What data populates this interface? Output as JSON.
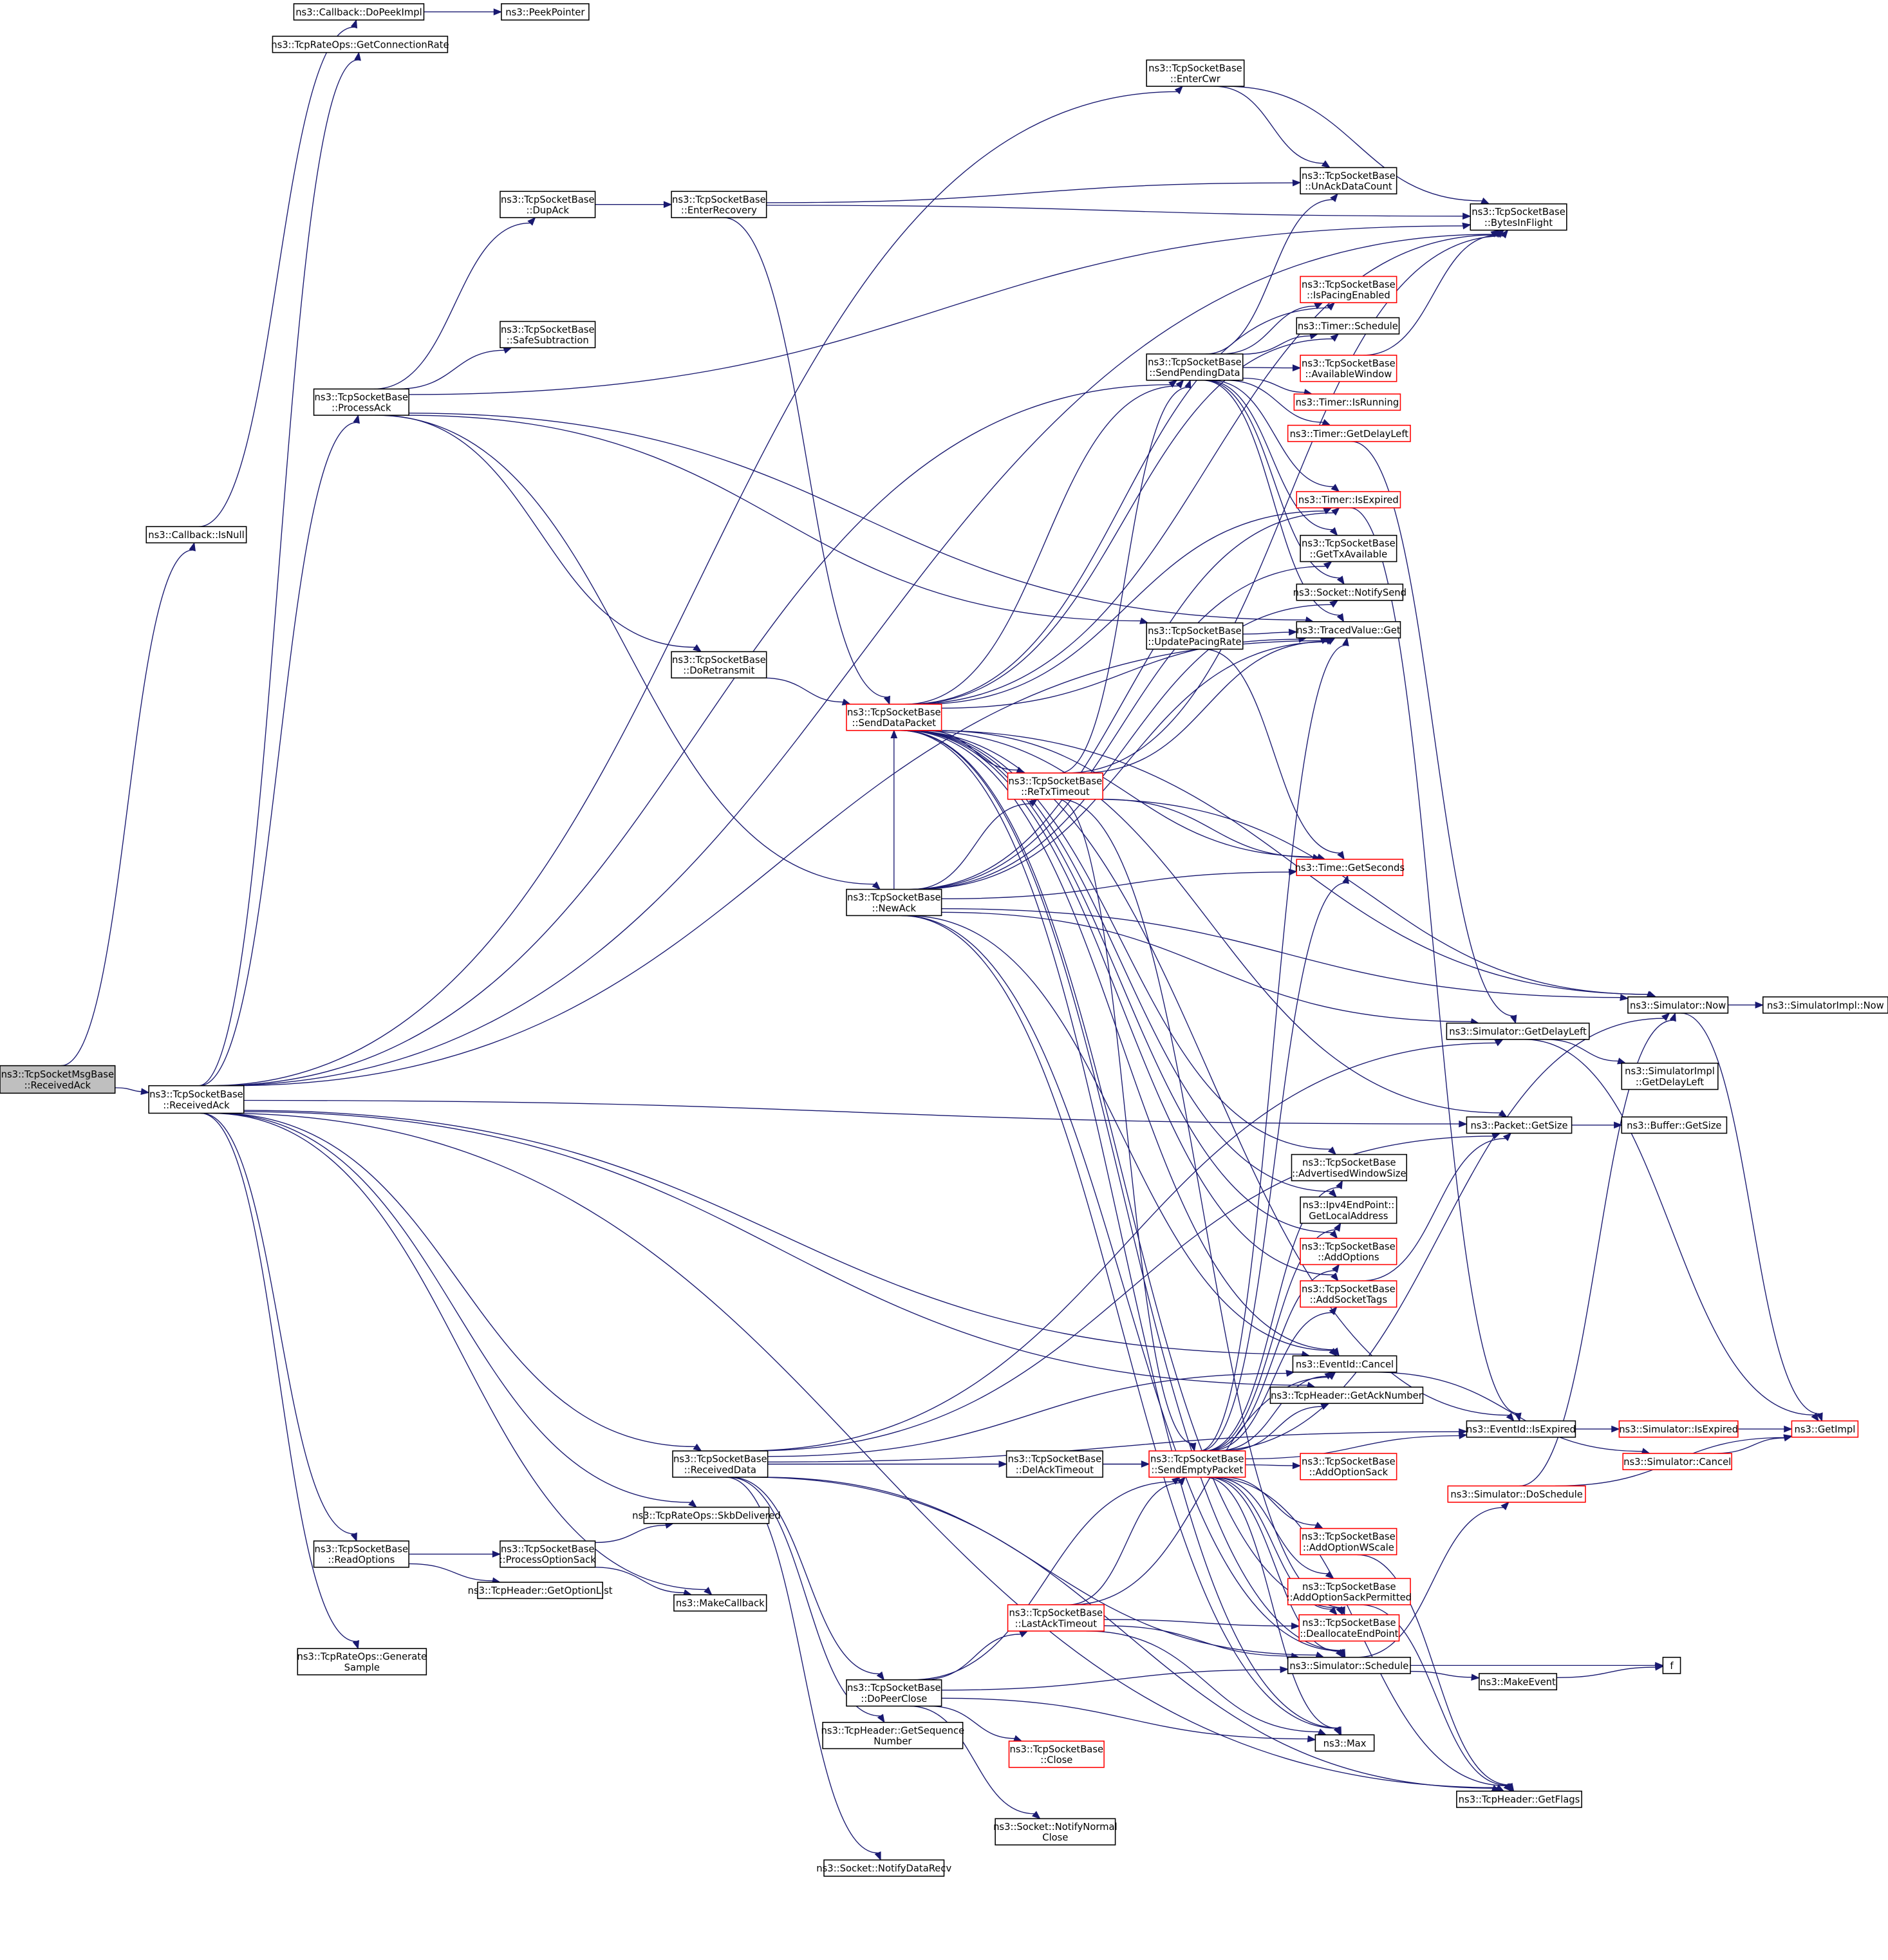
{
  "title": "ns3::TcpSocketMsgBase::ReceivedAck call graph",
  "colors": {
    "edge": "#191970",
    "node_border": "#000000",
    "node_border_truncated": "#ff0000",
    "root_fill": "#bfbfbf",
    "node_fill": "#ffffff"
  },
  "nodes": {
    "msgbase": {
      "lines": [
        "ns3::TcpSocketMsgBase",
        "::ReceivedAck"
      ],
      "style": "root"
    },
    "receivedAck": {
      "lines": [
        "ns3::TcpSocketBase",
        "::ReceivedAck"
      ],
      "style": "normal"
    },
    "isNull": {
      "lines": [
        "ns3::Callback::IsNull"
      ],
      "style": "normal"
    },
    "doPeekImpl": {
      "lines": [
        "ns3::Callback::DoPeekImpl"
      ],
      "style": "normal"
    },
    "peekPointer": {
      "lines": [
        "ns3::PeekPointer"
      ],
      "style": "normal"
    },
    "getConnRate": {
      "lines": [
        "ns3::TcpRateOps::GetConnectionRate"
      ],
      "style": "normal"
    },
    "enterCwr": {
      "lines": [
        "ns3::TcpSocketBase",
        "::EnterCwr"
      ],
      "style": "normal"
    },
    "unAckDataCount": {
      "lines": [
        "ns3::TcpSocketBase",
        "::UnAckDataCount"
      ],
      "style": "normal"
    },
    "bytesInFlight": {
      "lines": [
        "ns3::TcpSocketBase",
        "::BytesInFlight"
      ],
      "style": "normal"
    },
    "dupAck": {
      "lines": [
        "ns3::TcpSocketBase",
        "::DupAck"
      ],
      "style": "normal"
    },
    "enterRecovery": {
      "lines": [
        "ns3::TcpSocketBase",
        "::EnterRecovery"
      ],
      "style": "normal"
    },
    "safeSub": {
      "lines": [
        "ns3::TcpSocketBase",
        "::SafeSubtraction"
      ],
      "style": "normal"
    },
    "processAck": {
      "lines": [
        "ns3::TcpSocketBase",
        "::ProcessAck"
      ],
      "style": "normal"
    },
    "isPacingEnabled": {
      "lines": [
        "ns3::TcpSocketBase",
        "::IsPacingEnabled"
      ],
      "style": "red"
    },
    "timerSchedule": {
      "lines": [
        "ns3::Timer::Schedule"
      ],
      "style": "normal"
    },
    "sendPending": {
      "lines": [
        "ns3::TcpSocketBase",
        "::SendPendingData"
      ],
      "style": "normal"
    },
    "availWindow": {
      "lines": [
        "ns3::TcpSocketBase",
        "::AvailableWindow"
      ],
      "style": "red"
    },
    "timerIsRunning": {
      "lines": [
        "ns3::Timer::IsRunning"
      ],
      "style": "red"
    },
    "timerGetDelayLeft": {
      "lines": [
        "ns3::Timer::GetDelayLeft"
      ],
      "style": "red"
    },
    "timerIsExpired": {
      "lines": [
        "ns3::Timer::IsExpired"
      ],
      "style": "red"
    },
    "getTxAvail": {
      "lines": [
        "ns3::TcpSocketBase",
        "::GetTxAvailable"
      ],
      "style": "normal"
    },
    "notifySend": {
      "lines": [
        "ns3::Socket::NotifySend"
      ],
      "style": "normal"
    },
    "tracedGet": {
      "lines": [
        "ns3::TracedValue::Get"
      ],
      "style": "normal"
    },
    "updatePacing": {
      "lines": [
        "ns3::TcpSocketBase",
        "::UpdatePacingRate"
      ],
      "style": "normal"
    },
    "doRetransmit": {
      "lines": [
        "ns3::TcpSocketBase",
        "::DoRetransmit"
      ],
      "style": "normal"
    },
    "sendDataPacket": {
      "lines": [
        "ns3::TcpSocketBase",
        "::SendDataPacket"
      ],
      "style": "red"
    },
    "retx": {
      "lines": [
        "ns3::TcpSocketBase",
        "::ReTxTimeout"
      ],
      "style": "red"
    },
    "newAck": {
      "lines": [
        "ns3::TcpSocketBase",
        "::NewAck"
      ],
      "style": "normal"
    },
    "timeGetSeconds": {
      "lines": [
        "ns3::Time::GetSeconds"
      ],
      "style": "red"
    },
    "simNow": {
      "lines": [
        "ns3::Simulator::Now"
      ],
      "style": "normal"
    },
    "simImplNow": {
      "lines": [
        "ns3::SimulatorImpl::Now"
      ],
      "style": "normal"
    },
    "simGetDelayLeft": {
      "lines": [
        "ns3::Simulator::GetDelayLeft"
      ],
      "style": "normal"
    },
    "simImplGetDelayLeft": {
      "lines": [
        "ns3::SimulatorImpl",
        "::GetDelayLeft"
      ],
      "style": "normal"
    },
    "packetGetSize": {
      "lines": [
        "ns3::Packet::GetSize"
      ],
      "style": "normal"
    },
    "bufferGetSize": {
      "lines": [
        "ns3::Buffer::GetSize"
      ],
      "style": "normal"
    },
    "advWin": {
      "lines": [
        "ns3::TcpSocketBase",
        "::AdvertisedWindowSize"
      ],
      "style": "normal"
    },
    "ipv4": {
      "lines": [
        "ns3::Ipv4EndPoint::",
        "GetLocalAddress"
      ],
      "style": "normal"
    },
    "addOptions": {
      "lines": [
        "ns3::TcpSocketBase",
        "::AddOptions"
      ],
      "style": "red"
    },
    "addSocketTags": {
      "lines": [
        "ns3::TcpSocketBase",
        "::AddSocketTags"
      ],
      "style": "red"
    },
    "eventCancel": {
      "lines": [
        "ns3::EventId::Cancel"
      ],
      "style": "normal"
    },
    "getAckNum": {
      "lines": [
        "ns3::TcpHeader::GetAckNumber"
      ],
      "style": "normal"
    },
    "eventIsExpired": {
      "lines": [
        "ns3::EventId::IsExpired"
      ],
      "style": "normal"
    },
    "simIsExpired": {
      "lines": [
        "ns3::Simulator::IsExpired"
      ],
      "style": "red"
    },
    "getImpl": {
      "lines": [
        "ns3::GetImpl"
      ],
      "style": "red"
    },
    "simCancel": {
      "lines": [
        "ns3::Simulator::Cancel"
      ],
      "style": "red"
    },
    "simDoSchedule": {
      "lines": [
        "ns3::Simulator::DoSchedule"
      ],
      "style": "red"
    },
    "addOptionSack": {
      "lines": [
        "ns3::TcpSocketBase",
        "::AddOptionSack"
      ],
      "style": "red"
    },
    "receivedData": {
      "lines": [
        "ns3::TcpSocketBase",
        "::ReceivedData"
      ],
      "style": "normal"
    },
    "delAckTimeout": {
      "lines": [
        "ns3::TcpSocketBase",
        "::DelAckTimeout"
      ],
      "style": "normal"
    },
    "sendEmpty": {
      "lines": [
        "ns3::TcpSocketBase",
        "::SendEmptyPacket"
      ],
      "style": "red"
    },
    "addOptionWScale": {
      "lines": [
        "ns3::TcpSocketBase",
        "::AddOptionWScale"
      ],
      "style": "red"
    },
    "addOptionSackPerm": {
      "lines": [
        "ns3::TcpSocketBase",
        "::AddOptionSackPermitted"
      ],
      "style": "red"
    },
    "deallocate": {
      "lines": [
        "ns3::TcpSocketBase",
        "::DeallocateEndPoint"
      ],
      "style": "red"
    },
    "lastAckTimeout": {
      "lines": [
        "ns3::TcpSocketBase",
        "::LastAckTimeout"
      ],
      "style": "red"
    },
    "simSchedule": {
      "lines": [
        "ns3::Simulator::Schedule"
      ],
      "style": "normal"
    },
    "f": {
      "lines": [
        "f"
      ],
      "style": "normal"
    },
    "makeEvent": {
      "lines": [
        "ns3::MakeEvent"
      ],
      "style": "normal"
    },
    "max": {
      "lines": [
        "ns3::Max"
      ],
      "style": "normal"
    },
    "readOptions": {
      "lines": [
        "ns3::TcpSocketBase",
        "::ReadOptions"
      ],
      "style": "normal"
    },
    "processOptionSack": {
      "lines": [
        "ns3::TcpSocketBase",
        "::ProcessOptionSack"
      ],
      "style": "normal"
    },
    "skbDelivered": {
      "lines": [
        "ns3::TcpRateOps::SkbDelivered"
      ],
      "style": "normal"
    },
    "getOptionList": {
      "lines": [
        "ns3::TcpHeader::GetOptionList"
      ],
      "style": "normal"
    },
    "makeCallback": {
      "lines": [
        "ns3::MakeCallback"
      ],
      "style": "normal"
    },
    "generateSample": {
      "lines": [
        "ns3::TcpRateOps::Generate",
        "Sample"
      ],
      "style": "normal"
    },
    "doPeerClose": {
      "lines": [
        "ns3::TcpSocketBase",
        "::DoPeerClose"
      ],
      "style": "normal"
    },
    "getSeqNum": {
      "lines": [
        "ns3::TcpHeader::GetSequence",
        "Number"
      ],
      "style": "normal"
    },
    "close": {
      "lines": [
        "ns3::TcpSocketBase",
        "::Close"
      ],
      "style": "red"
    },
    "notifyNormalClose": {
      "lines": [
        "ns3::Socket::NotifyNormal",
        "Close"
      ],
      "style": "normal"
    },
    "notifyDataRecv": {
      "lines": [
        "ns3::Socket::NotifyDataRecv"
      ],
      "style": "normal"
    },
    "getFlags": {
      "lines": [
        "ns3::TcpHeader::GetFlags"
      ],
      "style": "normal"
    }
  },
  "edges": [
    [
      "msgbase",
      "receivedAck"
    ],
    [
      "msgbase",
      "isNull"
    ],
    [
      "isNull",
      "doPeekImpl"
    ],
    [
      "doPeekImpl",
      "peekPointer"
    ],
    [
      "receivedAck",
      "getConnRate"
    ],
    [
      "receivedAck",
      "enterCwr"
    ],
    [
      "receivedAck",
      "bytesInFlight"
    ],
    [
      "receivedAck",
      "sendPending"
    ],
    [
      "receivedAck",
      "processAck"
    ],
    [
      "receivedAck",
      "tracedGet"
    ],
    [
      "receivedAck",
      "packetGetSize"
    ],
    [
      "receivedAck",
      "eventCancel"
    ],
    [
      "receivedAck",
      "receivedData"
    ],
    [
      "receivedAck",
      "readOptions"
    ],
    [
      "receivedAck",
      "skbDelivered"
    ],
    [
      "receivedAck",
      "makeCallback"
    ],
    [
      "receivedAck",
      "generateSample"
    ],
    [
      "receivedAck",
      "getFlags"
    ],
    [
      "receivedAck",
      "getAckNum"
    ],
    [
      "enterCwr",
      "unAckDataCount"
    ],
    [
      "enterCwr",
      "bytesInFlight"
    ],
    [
      "processAck",
      "dupAck"
    ],
    [
      "processAck",
      "safeSub"
    ],
    [
      "processAck",
      "bytesInFlight"
    ],
    [
      "processAck",
      "doRetransmit"
    ],
    [
      "processAck",
      "newAck"
    ],
    [
      "processAck",
      "updatePacing"
    ],
    [
      "processAck",
      "tracedGet"
    ],
    [
      "dupAck",
      "enterRecovery"
    ],
    [
      "enterRecovery",
      "unAckDataCount"
    ],
    [
      "enterRecovery",
      "bytesInFlight"
    ],
    [
      "enterRecovery",
      "sendDataPacket"
    ],
    [
      "sendPending",
      "unAckDataCount"
    ],
    [
      "sendPending",
      "isPacingEnabled"
    ],
    [
      "sendPending",
      "timerSchedule"
    ],
    [
      "sendPending",
      "availWindow"
    ],
    [
      "sendPending",
      "timerIsRunning"
    ],
    [
      "sendPending",
      "timerGetDelayLeft"
    ],
    [
      "sendPending",
      "timerIsExpired"
    ],
    [
      "sendPending",
      "getTxAvail"
    ],
    [
      "sendPending",
      "notifySend"
    ],
    [
      "sendPending",
      "tracedGet"
    ],
    [
      "availWindow",
      "bytesInFlight"
    ],
    [
      "timerGetDelayLeft",
      "simGetDelayLeft"
    ],
    [
      "timerIsExpired",
      "eventIsExpired"
    ],
    [
      "updatePacing",
      "tracedGet"
    ],
    [
      "updatePacing",
      "timeGetSeconds"
    ],
    [
      "doRetransmit",
      "sendDataPacket"
    ],
    [
      "sendDataPacket",
      "bytesInFlight"
    ],
    [
      "sendDataPacket",
      "isPacingEnabled"
    ],
    [
      "sendDataPacket",
      "timerSchedule"
    ],
    [
      "sendDataPacket",
      "sendPending"
    ],
    [
      "sendDataPacket",
      "timerIsExpired"
    ],
    [
      "sendDataPacket",
      "retx"
    ],
    [
      "sendDataPacket",
      "timeGetSeconds"
    ],
    [
      "sendDataPacket",
      "advWin"
    ],
    [
      "sendDataPacket",
      "ipv4"
    ],
    [
      "sendDataPacket",
      "addOptions"
    ],
    [
      "sendDataPacket",
      "addSocketTags"
    ],
    [
      "sendDataPacket",
      "eventCancel"
    ],
    [
      "sendDataPacket",
      "eventIsExpired"
    ],
    [
      "sendDataPacket",
      "simSchedule"
    ],
    [
      "sendDataPacket",
      "max"
    ],
    [
      "sendDataPacket",
      "packetGetSize"
    ],
    [
      "sendDataPacket",
      "simNow"
    ],
    [
      "sendDataPacket",
      "tracedGet"
    ],
    [
      "sendDataPacket",
      "deallocate"
    ],
    [
      "retx",
      "sendPending"
    ],
    [
      "retx",
      "tracedGet"
    ],
    [
      "retx",
      "bytesInFlight"
    ],
    [
      "retx",
      "timeGetSeconds"
    ],
    [
      "retx",
      "simNow"
    ],
    [
      "retx",
      "sendEmpty"
    ],
    [
      "retx",
      "deallocate"
    ],
    [
      "newAck",
      "retx"
    ],
    [
      "newAck",
      "sendDataPacket"
    ],
    [
      "newAck",
      "timeGetSeconds"
    ],
    [
      "newAck",
      "simNow"
    ],
    [
      "newAck",
      "simGetDelayLeft"
    ],
    [
      "newAck",
      "eventCancel"
    ],
    [
      "newAck",
      "simSchedule"
    ],
    [
      "newAck",
      "max"
    ],
    [
      "newAck",
      "tracedGet"
    ],
    [
      "newAck",
      "timerIsExpired"
    ],
    [
      "newAck",
      "getTxAvail"
    ],
    [
      "newAck",
      "notifySend"
    ],
    [
      "simNow",
      "simImplNow"
    ],
    [
      "simNow",
      "getImpl"
    ],
    [
      "simGetDelayLeft",
      "simImplGetDelayLeft"
    ],
    [
      "simGetDelayLeft",
      "getImpl"
    ],
    [
      "packetGetSize",
      "bufferGetSize"
    ],
    [
      "addSocketTags",
      "packetGetSize"
    ],
    [
      "eventCancel",
      "simCancel"
    ],
    [
      "eventIsExpired",
      "simIsExpired"
    ],
    [
      "simIsExpired",
      "getImpl"
    ],
    [
      "simCancel",
      "getImpl"
    ],
    [
      "simDoSchedule",
      "getImpl"
    ],
    [
      "simDoSchedule",
      "simNow"
    ],
    [
      "receivedData",
      "eventCancel"
    ],
    [
      "receivedData",
      "delAckTimeout"
    ],
    [
      "receivedData",
      "sendEmpty"
    ],
    [
      "receivedData",
      "simGetDelayLeft"
    ],
    [
      "receivedData",
      "packetGetSize"
    ],
    [
      "receivedData",
      "simSchedule"
    ],
    [
      "receivedData",
      "doPeerClose"
    ],
    [
      "receivedData",
      "getSeqNum"
    ],
    [
      "receivedData",
      "notifyDataRecv"
    ],
    [
      "receivedData",
      "getFlags"
    ],
    [
      "receivedData",
      "eventIsExpired"
    ],
    [
      "delAckTimeout",
      "sendEmpty"
    ],
    [
      "sendEmpty",
      "tracedGet"
    ],
    [
      "sendEmpty",
      "timeGetSeconds"
    ],
    [
      "sendEmpty",
      "advWin"
    ],
    [
      "sendEmpty",
      "ipv4"
    ],
    [
      "sendEmpty",
      "addOptions"
    ],
    [
      "sendEmpty",
      "addSocketTags"
    ],
    [
      "sendEmpty",
      "eventCancel"
    ],
    [
      "sendEmpty",
      "getAckNum"
    ],
    [
      "sendEmpty",
      "eventIsExpired"
    ],
    [
      "sendEmpty",
      "addOptionSack"
    ],
    [
      "sendEmpty",
      "addOptionWScale"
    ],
    [
      "sendEmpty",
      "addOptionSackPerm"
    ],
    [
      "sendEmpty",
      "deallocate"
    ],
    [
      "sendEmpty",
      "simSchedule"
    ],
    [
      "sendEmpty",
      "max"
    ],
    [
      "sendEmpty",
      "simNow"
    ],
    [
      "sendEmpty",
      "getFlags"
    ],
    [
      "addOptionWScale",
      "getFlags"
    ],
    [
      "addOptionSackPerm",
      "getFlags"
    ],
    [
      "lastAckTimeout",
      "sendEmpty"
    ],
    [
      "lastAckTimeout",
      "deallocate"
    ],
    [
      "lastAckTimeout",
      "simSchedule"
    ],
    [
      "lastAckTimeout",
      "max"
    ],
    [
      "lastAckTimeout",
      "eventCancel"
    ],
    [
      "simSchedule",
      "simDoSchedule"
    ],
    [
      "simSchedule",
      "makeEvent"
    ],
    [
      "simSchedule",
      "f"
    ],
    [
      "makeEvent",
      "f"
    ],
    [
      "readOptions",
      "processOptionSack"
    ],
    [
      "readOptions",
      "getOptionList"
    ],
    [
      "processOptionSack",
      "skbDelivered"
    ],
    [
      "processOptionSack",
      "makeCallback"
    ],
    [
      "doPeerClose",
      "lastAckTimeout"
    ],
    [
      "doPeerClose",
      "sendEmpty"
    ],
    [
      "doPeerClose",
      "simSchedule"
    ],
    [
      "doPeerClose",
      "close"
    ],
    [
      "doPeerClose",
      "notifyNormalClose"
    ],
    [
      "doPeerClose",
      "max"
    ]
  ]
}
